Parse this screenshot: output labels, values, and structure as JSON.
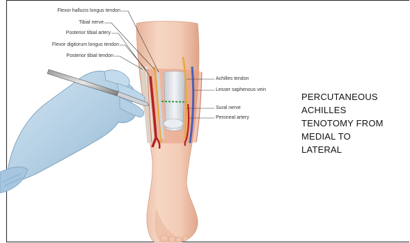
{
  "illustration": {
    "labels_left": [
      "Flexor hallucis longus tendon",
      "Tibial nerve",
      "Posterior tibial artery",
      "Flexor digitorum longus tendon",
      "Posterior tibial tendon"
    ],
    "labels_right": [
      "Achilles tendon",
      "Lesser saphenous vein",
      "Sural nerve",
      "Peroneal artery"
    ]
  },
  "caption": {
    "lines": [
      "PERCUTANEOUS",
      "ACHILLES",
      "TENOTOMY FROM",
      "MEDIAL TO",
      "LATERAL"
    ]
  },
  "colors": {
    "skin": "#f3cdb7",
    "skin_shade": "#e3ac92",
    "glove": "#b8d4e8",
    "tendon": "#dfe3e8",
    "artery": "#b22222",
    "vein": "#4b5fb8",
    "nerve": "#e8a93a"
  }
}
